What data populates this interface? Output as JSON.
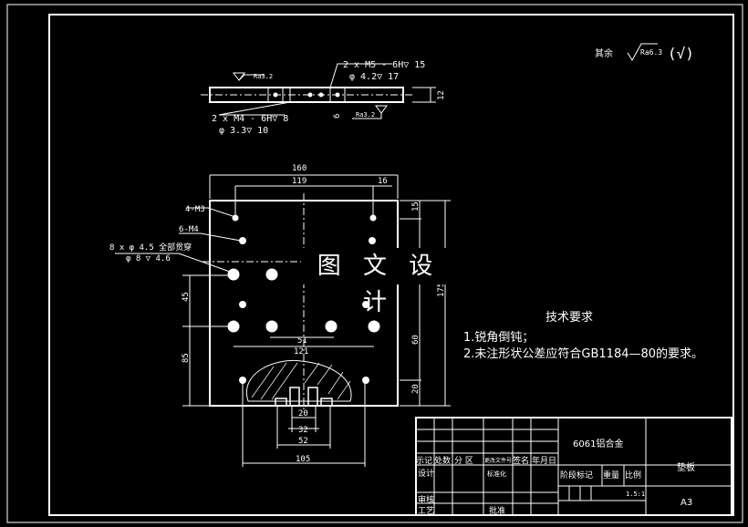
{
  "watermark": "图 文 设 计",
  "roughness": {
    "label": "其余",
    "symbol_value": "Ra6.3",
    "bracket": "(√)"
  },
  "side_view": {
    "callout_top_1": "2 x  M5 - 6H▽ 15",
    "callout_top_2": "φ  4.2▽ 17",
    "callout_bot_1": "2 x  M4 - 6H▽ 8",
    "callout_bot_2": "φ  3.3▽ 10",
    "ra_top": "Ra3.2",
    "ra_bottom": "Ra3.2",
    "dim_thickness": "12",
    "dim_6": "6"
  },
  "plan_view": {
    "dim_160": "160",
    "dim_119": "119",
    "dim_16": "16",
    "dim_15": "15",
    "dim_175": "175",
    "dim_60": "60",
    "dim_20_right": "20",
    "dim_45": "45",
    "dim_85": "85",
    "dim_51": "51",
    "dim_121": "121",
    "dim_20_bottom": "20",
    "dim_32": "32",
    "dim_52": "52",
    "dim_105": "105",
    "label_4m3": "4-M3",
    "label_6m4": "6-M4",
    "label_8x_1": "8 x φ 4.5 全部贯穿",
    "label_8x_2": "φ 8 ▽ 4.6"
  },
  "tech_notes": {
    "heading": "技术要求",
    "line1": "1.锐角倒钝；",
    "line2": "2.未注形状公差应符合GB1184—80的要求。"
  },
  "title_block": {
    "material": "6061铝合金",
    "part_name": "垫板",
    "sheet_size": "A3",
    "scale_value": "1.5:1",
    "hdr_1": "示记",
    "hdr_2": "处数",
    "hdr_3": "分  区",
    "hdr_4": "更改文件号",
    "hdr_5": "签名",
    "hdr_6": "年月日",
    "design": "设计",
    "standardize": "标准化",
    "stage": "阶段标记",
    "weight": "重量",
    "scale": "比例",
    "review": "审核",
    "process": "工艺",
    "approve": "批准"
  }
}
